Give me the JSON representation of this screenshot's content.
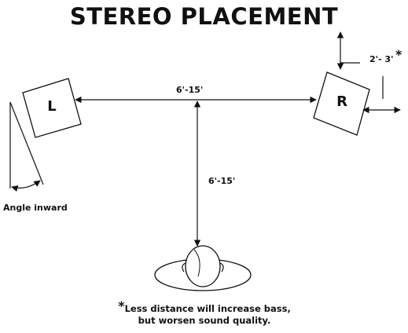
{
  "title": "STEREO PLACEMENT",
  "speakers": {
    "left_label": "L",
    "right_label": "R"
  },
  "dimensions": {
    "speaker_to_speaker": "6'-15'",
    "speakers_to_listener": "6'-15'",
    "distance_from_wall": "2'- 3'",
    "distance_from_wall_marker": "*"
  },
  "angle_label": "Angle inward",
  "footnote": {
    "marker": "*",
    "line1": "Less distance will increase bass,",
    "line2": "but worsen sound quality."
  },
  "colors": {
    "ink": "#111111",
    "background": "#ffffff"
  }
}
